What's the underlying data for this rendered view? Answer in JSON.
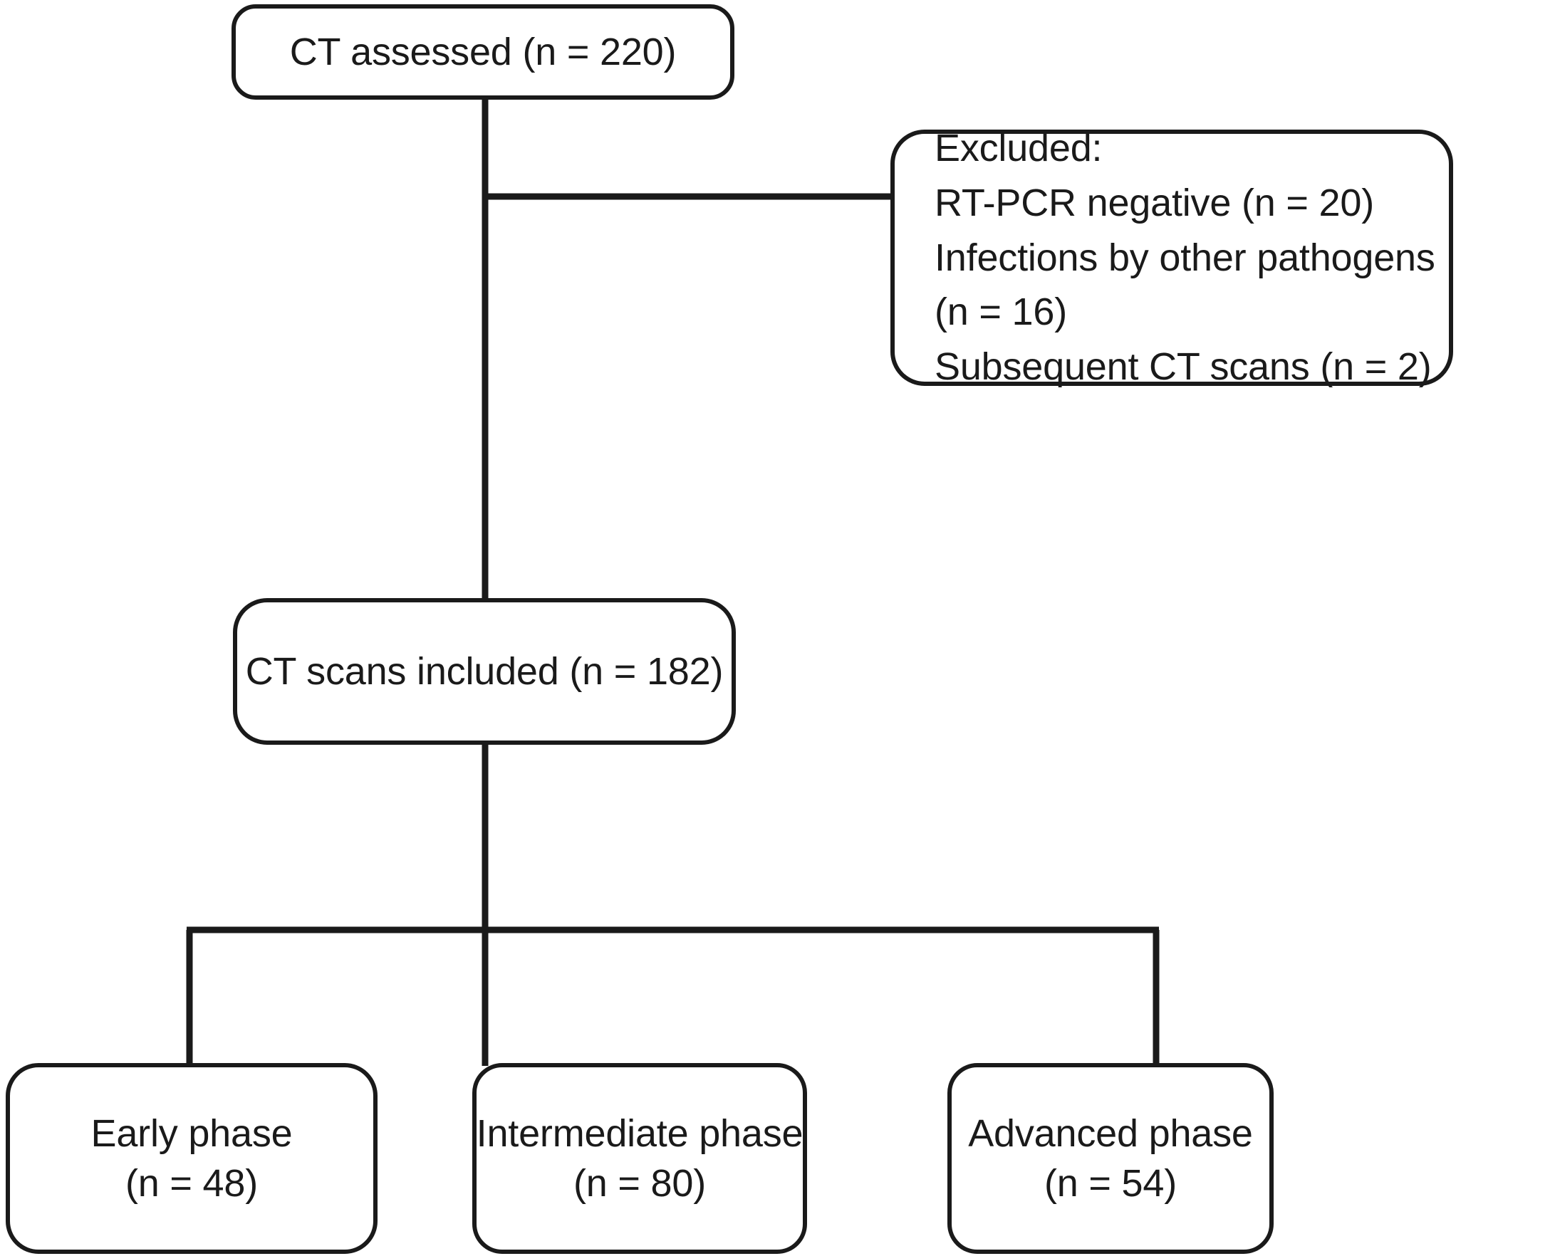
{
  "diagram": {
    "title": "CT assessment flow diagram",
    "type": "flowchart",
    "stroke_color": "#1a1a1a",
    "background_color": "#ffffff",
    "nodes": {
      "ct_assessed": {
        "lines": [
          "CT assessed (n = 220)"
        ],
        "n": 220
      },
      "excluded": {
        "lines": [
          "Excluded:",
          "RT-PCR negative (n = 20)",
          "Infections by other pathogens",
          "(n = 16)",
          "Subsequent CT scans (n = 2)"
        ],
        "rt_pcr_negative_n": 20,
        "other_pathogens_n": 16,
        "subsequent_ct_scans_n": 2
      },
      "ct_included": {
        "lines": [
          "CT scans included (n = 182)"
        ],
        "n": 182
      },
      "early_phase": {
        "lines": [
          "Early phase",
          "(n = 48)"
        ],
        "n": 48
      },
      "intermediate_phase": {
        "lines": [
          "Intermediate phase",
          "(n = 80)"
        ],
        "n": 80
      },
      "advanced_phase": {
        "lines": [
          "Advanced phase",
          "(n = 54)"
        ],
        "n": 54
      }
    },
    "edges": [
      {
        "from": "ct_assessed",
        "to": "excluded",
        "style": "orthogonal"
      },
      {
        "from": "ct_assessed",
        "to": "ct_included",
        "style": "straight"
      },
      {
        "from": "ct_included",
        "to": "early_phase",
        "style": "orthogonal"
      },
      {
        "from": "ct_included",
        "to": "intermediate_phase",
        "style": "straight"
      },
      {
        "from": "ct_included",
        "to": "advanced_phase",
        "style": "orthogonal"
      }
    ]
  }
}
